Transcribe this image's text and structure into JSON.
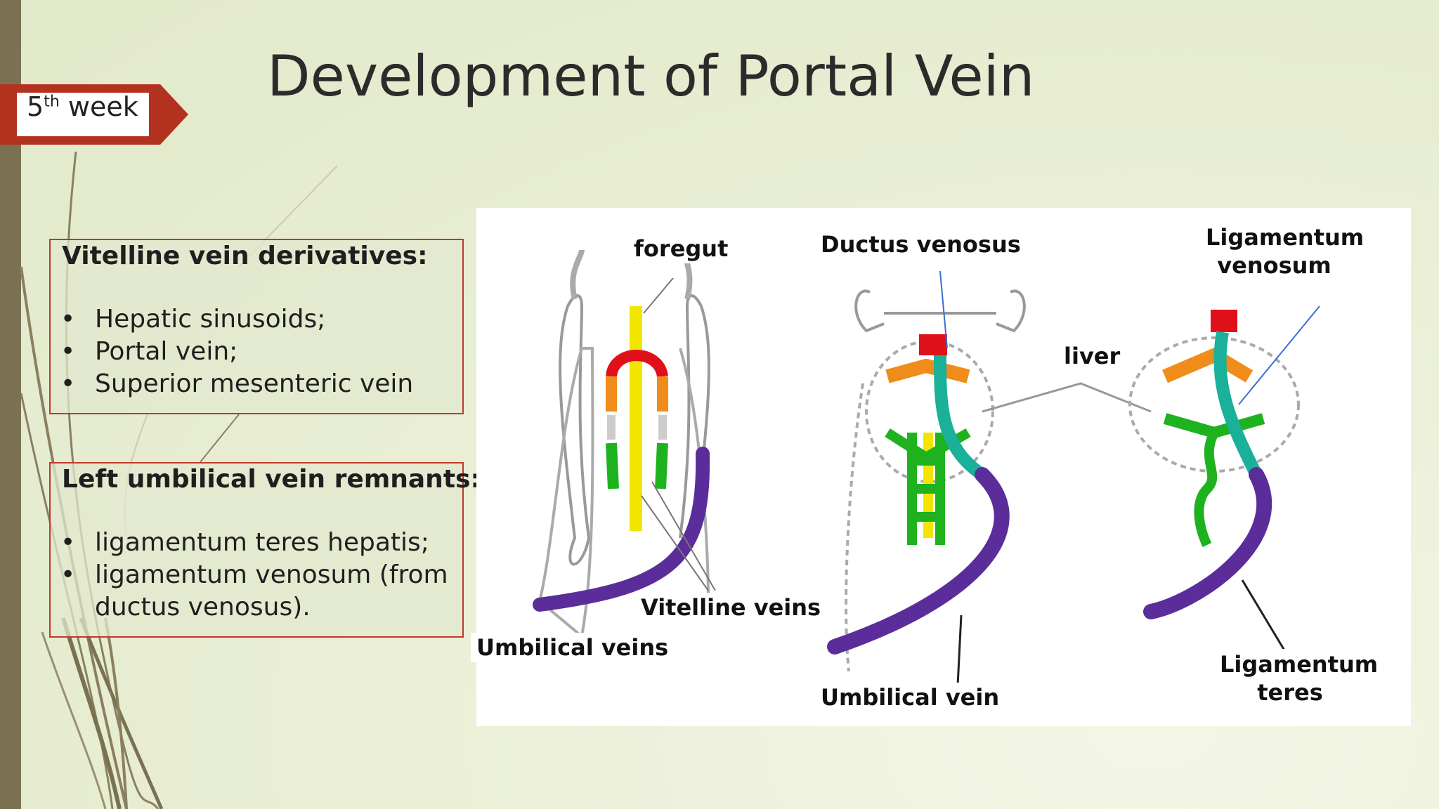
{
  "slide": {
    "title": "Development of Portal Vein",
    "week_tag": {
      "number": "5",
      "suffix": "th",
      "word": "week"
    }
  },
  "boxes": {
    "vitelline": {
      "heading": "Vitelline vein derivatives:",
      "items": [
        "Hepatic sinusoids;",
        "Portal vein;",
        "Superior mesenteric vein"
      ]
    },
    "umbilical": {
      "heading": "Left umbilical vein remnants:",
      "items": [
        "ligamentum teres hepatis;",
        "ligamentum venosum (from ductus venosus)."
      ]
    }
  },
  "figure": {
    "labels": {
      "foregut": "foregut",
      "ductus_venosus": "Ductus venosus",
      "ligamentum_venosum": "Ligamentum venosum",
      "liver": "liver",
      "vitelline_veins": "Vitelline veins",
      "umbilical_veins": "Umbilical veins",
      "umbilical_vein": "Umbilical vein",
      "ligamentum_teres": "Ligamentum teres"
    }
  },
  "colors": {
    "accent": "#c0392b",
    "sidebar": "#7a7153",
    "umbilical": "#5b2d9a",
    "vitelline": "#1fb21f",
    "sinusoid": "#1ab09a",
    "orange": "#f08c1a",
    "red": "#e0101a",
    "yellow": "#f2e600"
  }
}
